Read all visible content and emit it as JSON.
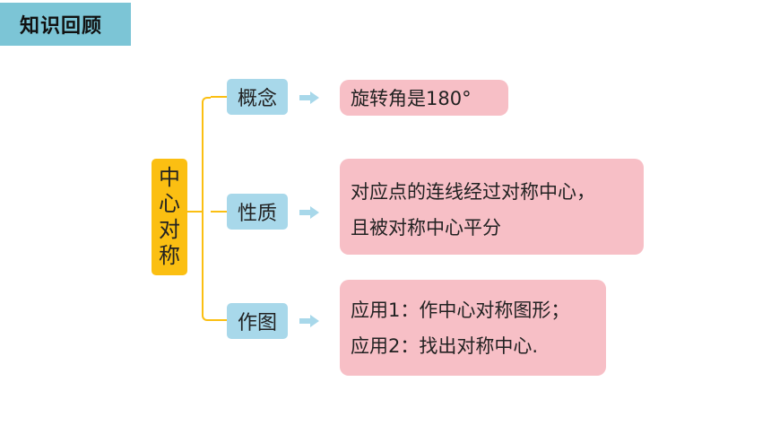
{
  "header": {
    "title": "知识回顾"
  },
  "center": {
    "chars": [
      "中",
      "心",
      "对",
      "称"
    ]
  },
  "branches": [
    {
      "label": "概念",
      "lines": [
        "旋转角是180°"
      ]
    },
    {
      "label": "性质",
      "lines": [
        "对应点的连线经过对称中心，",
        "且被对称中心平分"
      ]
    },
    {
      "label": "作图",
      "lines": [
        "应用1：作中心对称图形；",
        "应用2：找出对称中心."
      ]
    }
  ],
  "colors": {
    "header_bg": "#7cc5d6",
    "center_bg": "#fbbf12",
    "category_bg": "#a8d8ea",
    "arrow": "#a8d8ea",
    "description_bg": "#f7bfc6"
  },
  "icons": {
    "arrow": "right-arrow-icon"
  }
}
